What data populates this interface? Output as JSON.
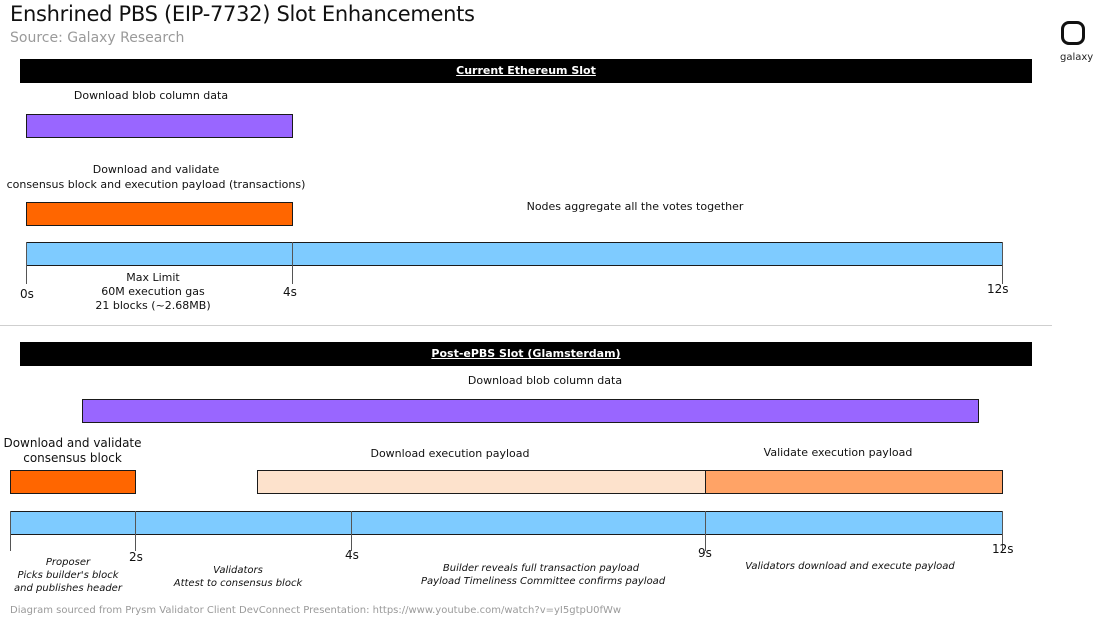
{
  "title": "Enshrined PBS (EIP-7732) Slot Enhancements",
  "subtitle": "Source: Galaxy Research",
  "logo": {
    "text": "galaxy",
    "icon": "galaxy-logo-icon"
  },
  "current_slot": {
    "header": "Current Ethereum Slot",
    "blob_label": "Download blob column data",
    "validate_label_line1": "Download and validate",
    "validate_label_line2": "consensus block and execution payload (transactions)",
    "aggregate_label": "Nodes aggregate all the votes together",
    "ticks": [
      "0s",
      "4s",
      "12s"
    ],
    "max_limit": {
      "line1": "Max Limit",
      "line2": "60M execution gas",
      "line3": "21 blocks (~2.68MB)"
    }
  },
  "post_epbs_slot": {
    "header": "Post-ePBS Slot (Glamsterdam)",
    "blob_label": "Download blob column data",
    "validate_label_line1": "Download and validate",
    "validate_label_line2": "consensus block",
    "download_exec_label": "Download execution payload",
    "validate_exec_label": "Validate execution payload",
    "ticks": [
      "2s",
      "4s",
      "9s",
      "12s"
    ],
    "notes": {
      "proposer": [
        "Proposer",
        "Picks builder's block",
        "and publishes header"
      ],
      "validators": [
        "Validators",
        "Attest to consensus block"
      ],
      "builder": [
        "Builder reveals full transaction payload",
        "Payload Timeliness Committee confirms payload"
      ],
      "download": [
        "Validators download and execute payload"
      ]
    }
  },
  "footer": "Diagram sourced from Prysm Validator Client DevConnect Presentation: https://www.youtube.com/watch?v=yI5gtpU0fWw",
  "colors": {
    "header_bg": "#000000",
    "blob": "#9966ff",
    "validate": "#ff6600",
    "download_exec": "#fde2cc",
    "validate_exec": "#ffa366",
    "timeline": "#7ecbff"
  }
}
